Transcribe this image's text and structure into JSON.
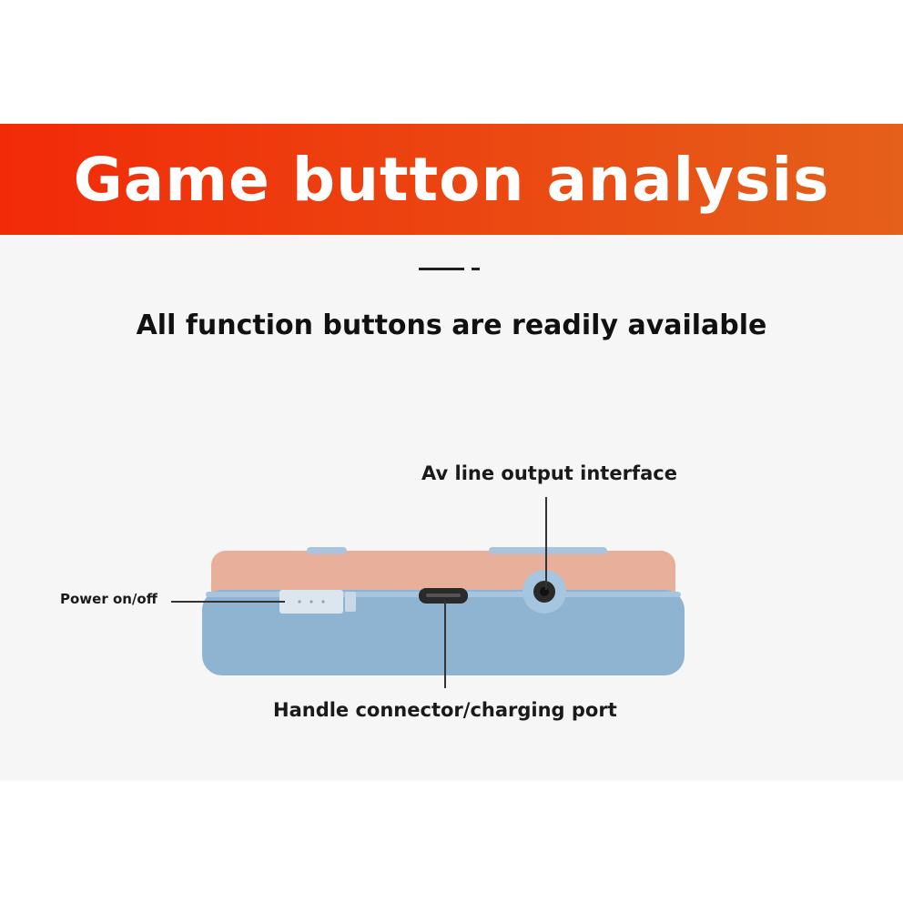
{
  "banner": {
    "title": "Game button analysis",
    "gradient_start": "#f22a08",
    "gradient_end": "#e5601a"
  },
  "subtitle": "All function buttons are readily available",
  "callouts": {
    "av_output": "Av line output interface",
    "power": "Power on/off",
    "charging": "Handle connector/charging port"
  },
  "device": {
    "top_shell_color": "#e8b09a",
    "bottom_shell_color": "#8fb4d2",
    "switch_color": "#dbe6ef",
    "port_color": "#2a2a2a"
  }
}
